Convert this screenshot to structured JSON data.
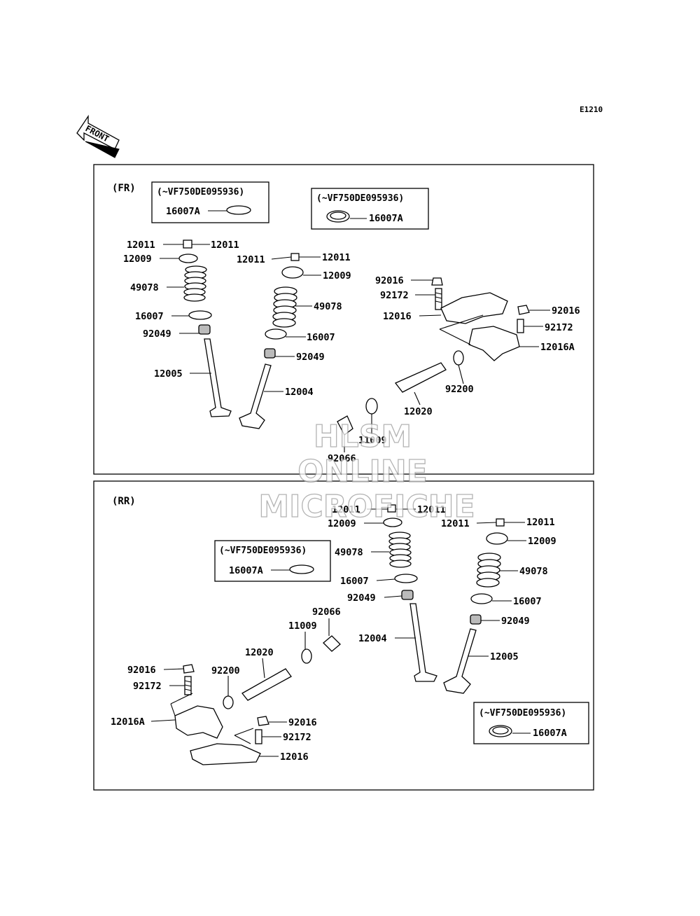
{
  "diagram_code": "E1210",
  "front_label": "FRONT",
  "watermark": [
    "HLSM",
    "ONLINE",
    "MICROFICHE"
  ],
  "sections": {
    "fr": {
      "title": "(FR)",
      "notes": [
        {
          "header": "(~VF750DE095936)",
          "part": "16007A"
        },
        {
          "header": "(~VF750DE095936)",
          "part": "16007A"
        }
      ],
      "labels": [
        "12011",
        "12011",
        "12009",
        "49078",
        "16007",
        "92049",
        "12005",
        "12011",
        "12011",
        "12009",
        "49078",
        "16007",
        "92049",
        "12004",
        "92016",
        "92172",
        "12016",
        "92016",
        "92172",
        "12016A",
        "92200",
        "12020",
        "11009",
        "92066"
      ]
    },
    "rr": {
      "title": "(RR)",
      "notes": [
        {
          "header": "(~VF750DE095936)",
          "part": "16007A"
        },
        {
          "header": "(~VF750DE095936)",
          "part": "16007A"
        }
      ],
      "labels": [
        "12011",
        "12011",
        "12009",
        "49078",
        "16007",
        "92049",
        "12004",
        "12011",
        "12011",
        "12009",
        "49078",
        "16007",
        "92049",
        "12005",
        "92066",
        "11009",
        "12020",
        "92200",
        "92016",
        "92172",
        "12016A",
        "92016",
        "92172",
        "12016"
      ]
    }
  }
}
